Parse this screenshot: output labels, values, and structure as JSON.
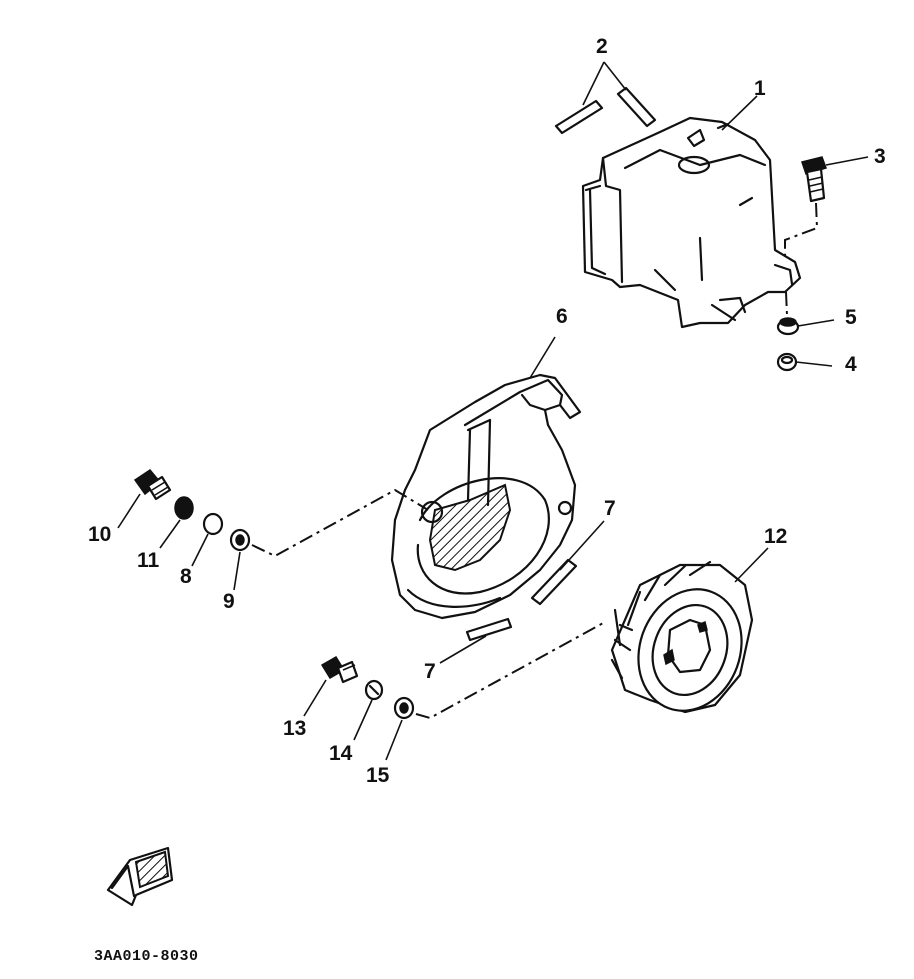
{
  "diagram": {
    "part_numbers": {
      "n1": "1",
      "n2": "2",
      "n3": "3",
      "n4": "4",
      "n5": "5",
      "n6": "6",
      "n7a": "7",
      "n7b": "7",
      "n8": "8",
      "n9": "9",
      "n10": "10",
      "n11": "11",
      "n12": "12",
      "n13": "13",
      "n14": "14",
      "n15": "15"
    },
    "drawing_code": "3AA010-8030"
  },
  "colors": {
    "ink": "#111111",
    "paper": "#ffffff"
  },
  "icons": {
    "front_indicator": "front-direction-icon"
  }
}
